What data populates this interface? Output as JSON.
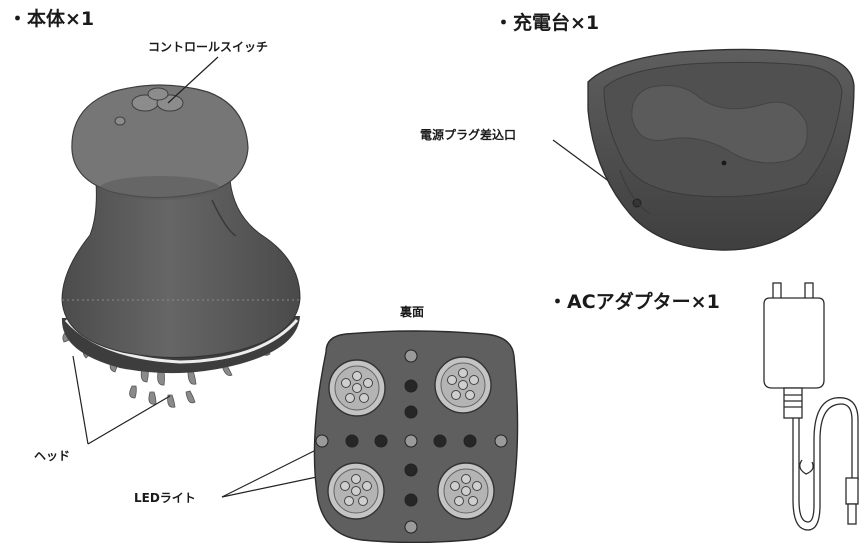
{
  "sections": {
    "body_unit": "・本体×1",
    "charger": "・充電台×1",
    "adapter": "・ACアダプター×1"
  },
  "callouts": {
    "control_switch": "コントロールスイッチ",
    "power_plug_port": "電源プラグ差込口",
    "back_side": "裏面",
    "head": "ヘッド",
    "led_light": "LEDライト"
  },
  "colors": {
    "device_body": "#5d5d5d",
    "device_top": "#727272",
    "led_dot": "#262626",
    "led_light_dot": "#9a9a9a",
    "node_ring": "#c4c4c4"
  }
}
